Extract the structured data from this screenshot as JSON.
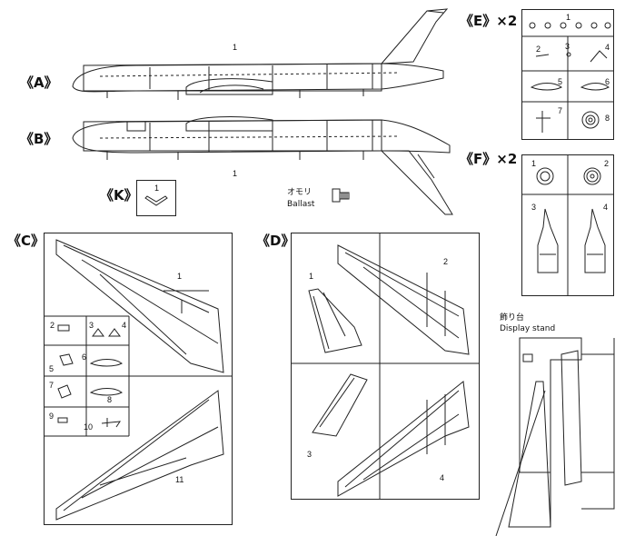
{
  "sprues": {
    "A": {
      "label": "《A》",
      "parts": [
        "1"
      ]
    },
    "B": {
      "label": "《B》",
      "parts": [
        "1"
      ]
    },
    "C": {
      "label": "《C》",
      "parts": [
        "1",
        "2",
        "3",
        "4",
        "5",
        "6",
        "7",
        "8",
        "9",
        "10",
        "11"
      ]
    },
    "D": {
      "label": "《D》",
      "parts": [
        "1",
        "2",
        "3",
        "4"
      ]
    },
    "E": {
      "label": "《E》×2",
      "parts": [
        "1",
        "2",
        "3",
        "4",
        "5",
        "6",
        "7",
        "8"
      ]
    },
    "F": {
      "label": "《F》×2",
      "parts": [
        "1",
        "2",
        "3",
        "4"
      ]
    },
    "K": {
      "label": "《K》",
      "parts": [
        "1"
      ]
    }
  },
  "ballast": {
    "jp": "オモリ",
    "en": "Ballast"
  },
  "stand": {
    "jp": "飾り台",
    "en": "Display stand"
  }
}
